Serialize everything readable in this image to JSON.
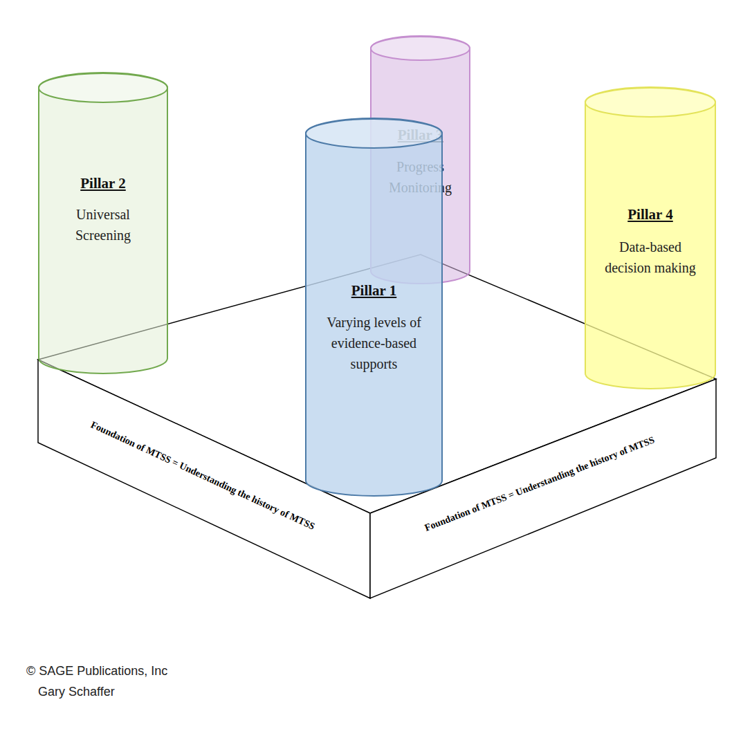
{
  "diagram": {
    "nodes": [
      {
        "text": [
          "Pillar 3",
          "Progress Monitoring"
        ]
      },
      {
        "text": [
          "Pillar 2",
          "Universal Screening"
        ]
      },
      {
        "text": [
          "Pillar 4",
          "Data-based decision making"
        ]
      },
      {
        "text": [
          "Pillar 1",
          "Varying levels of evidence-based supports"
        ]
      },
      {
        "text": [
          "Foundation of MTSS = Understanding the history of MTSS",
          "Foundation of MTSS = Understanding the history of MTSS"
        ]
      }
    ],
    "labels": [
      "© SAGE Publications, Inc",
      "Gary Schaffer"
    ]
  }
}
